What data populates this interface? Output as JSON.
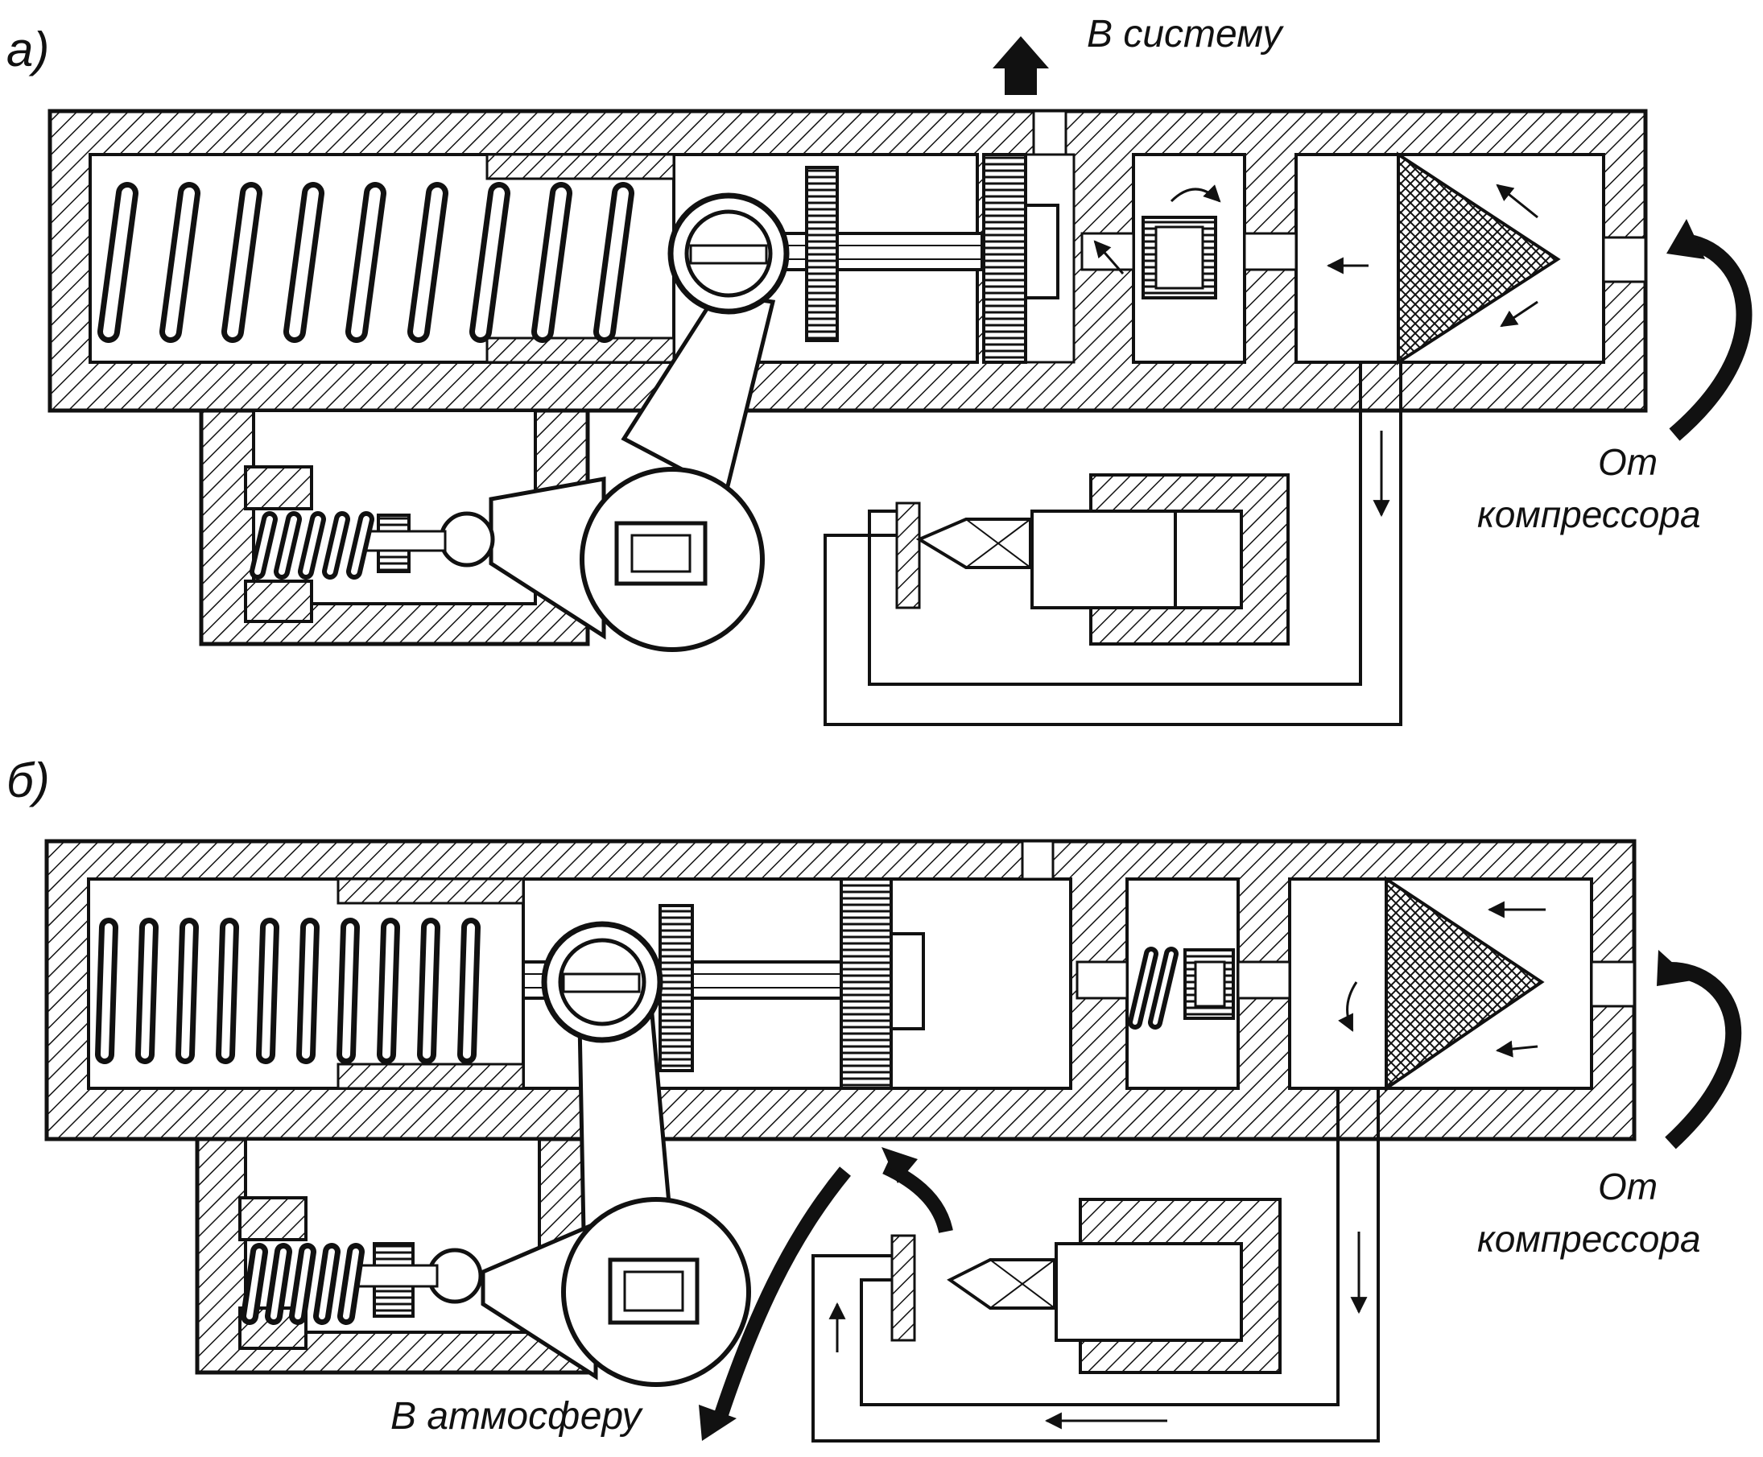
{
  "figure": {
    "panels": [
      {
        "id": "a",
        "panel_label": "а)",
        "labels": {
          "outlet": "В систему",
          "inlet_line1": "От",
          "inlet_line2": "компрессора"
        }
      },
      {
        "id": "b",
        "panel_label": "б)",
        "labels": {
          "inlet_line1": "От",
          "inlet_line2": "компрессора",
          "exhaust": "В атмосферу"
        }
      }
    ]
  },
  "colors": {
    "ink": "#111111",
    "paper": "#ffffff"
  }
}
